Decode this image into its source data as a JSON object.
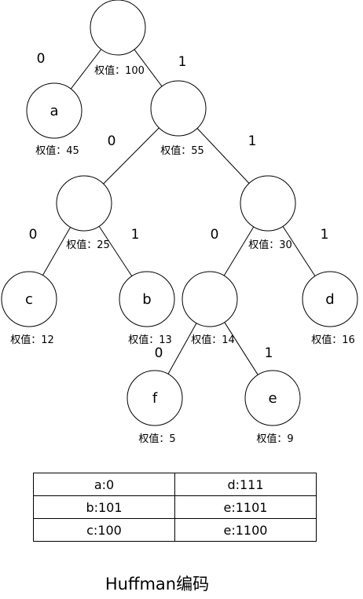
{
  "nodes": [
    {
      "id": "root",
      "label": "",
      "weight": "权值：100"
    },
    {
      "id": "a",
      "label": "a",
      "weight": "权值：45"
    },
    {
      "id": "n55",
      "label": "",
      "weight": "权值：55"
    },
    {
      "id": "n25",
      "label": "",
      "weight": "权值：25"
    },
    {
      "id": "n30",
      "label": "",
      "weight": "权值：30"
    },
    {
      "id": "c",
      "label": "c",
      "weight": "权值：12"
    },
    {
      "id": "b",
      "label": "b",
      "weight": "权值：13"
    },
    {
      "id": "n14",
      "label": "",
      "weight": "权值：14"
    },
    {
      "id": "d",
      "label": "d",
      "weight": "权值：16"
    },
    {
      "id": "f",
      "label": "f",
      "weight": "权值：5"
    },
    {
      "id": "e",
      "label": "e",
      "weight": "权值：9"
    }
  ],
  "edges": [
    {
      "from": "root",
      "to": "a",
      "bit": "0"
    },
    {
      "from": "root",
      "to": "n55",
      "bit": "1"
    },
    {
      "from": "n55",
      "to": "n25",
      "bit": "0"
    },
    {
      "from": "n55",
      "to": "n30",
      "bit": "1"
    },
    {
      "from": "n25",
      "to": "c",
      "bit": "0"
    },
    {
      "from": "n25",
      "to": "b",
      "bit": "1"
    },
    {
      "from": "n30",
      "to": "n14",
      "bit": "0"
    },
    {
      "from": "n30",
      "to": "d",
      "bit": "1"
    },
    {
      "from": "n14",
      "to": "f",
      "bit": "0"
    },
    {
      "from": "n14",
      "to": "e",
      "bit": "1"
    }
  ],
  "codes": [
    [
      "a:0",
      "d:111"
    ],
    [
      "b:101",
      "e:1101"
    ],
    [
      "c:100",
      "e:1100"
    ]
  ],
  "caption": "Huffman编码"
}
